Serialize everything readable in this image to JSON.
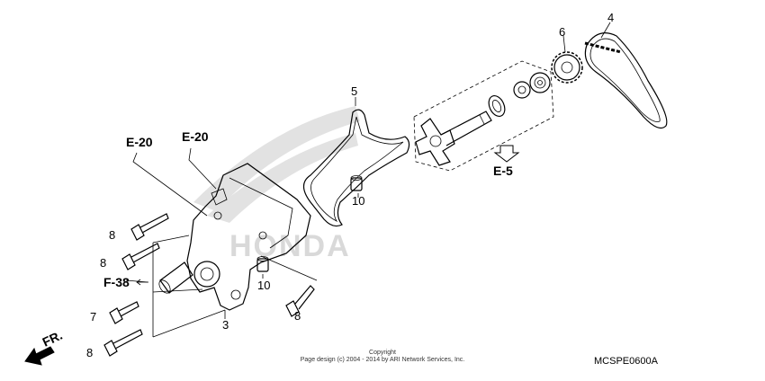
{
  "callouts": {
    "c3": "3",
    "c4": "4",
    "c5": "5",
    "c6": "6",
    "c7": "7",
    "c8a": "8",
    "c8b": "8",
    "c8c": "8",
    "c8d": "8",
    "c10a": "10",
    "c10b": "10"
  },
  "refs": {
    "e20_left": "E-20",
    "e20_right": "E-20",
    "e5": "E-5",
    "f38": "F-38",
    "front": "FR."
  },
  "watermark": "HONDA",
  "footer": {
    "copyright_line1": "Copyright",
    "copyright_line2": "Page design (c) 2004 - 2014 by ARI Network Services, Inc.",
    "diagram_code": "MCSPE0600A"
  },
  "colors": {
    "ink": "#000000",
    "watermark": "#d9d9d9",
    "background": "#ffffff"
  }
}
